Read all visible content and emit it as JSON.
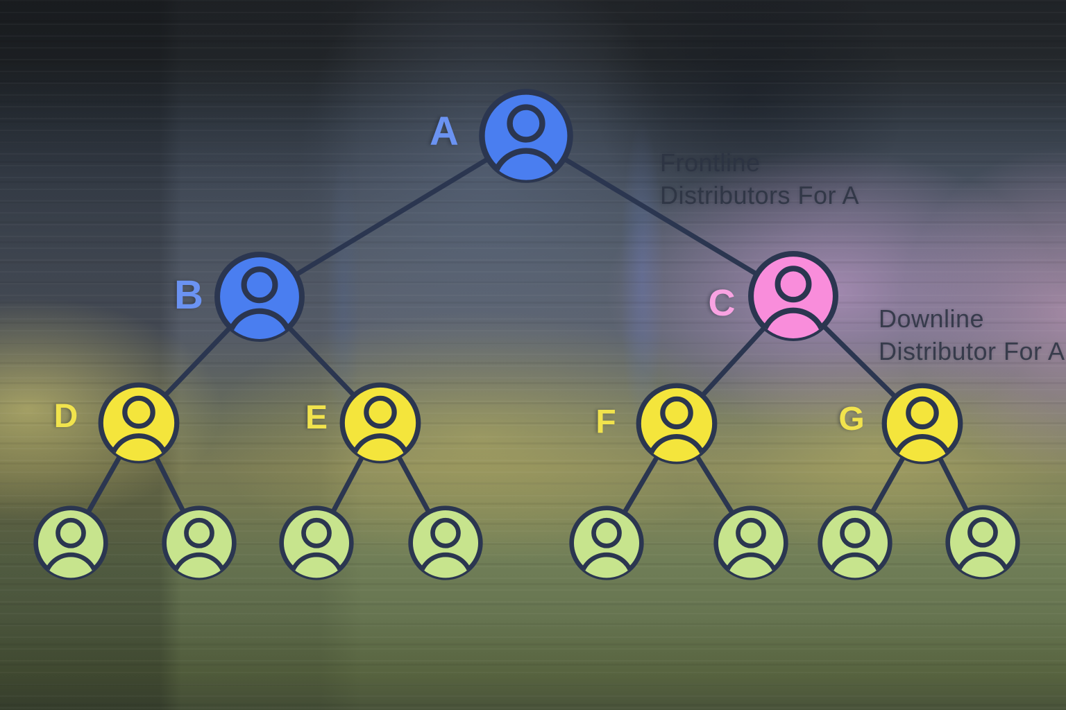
{
  "diagram": {
    "type": "mlm-distributor-tree",
    "annotations": {
      "frontline": {
        "line1": "Frontline",
        "line2": "Distributors For A"
      },
      "downline": {
        "line1": "Downline",
        "line2": "Distributor For A"
      }
    },
    "colors": {
      "outline": "#2b3650",
      "blue_node": "#4a7ef0",
      "pink_node": "#f98ddb",
      "yellow_node": "#f4e53c",
      "green_node": "#c7e48d",
      "blue_label": "#6b93f2",
      "pink_label": "#f9a3e2",
      "yellow_label": "#f1e34d",
      "annotation_text": "#2c3342"
    },
    "nodes": {
      "a": {
        "label": "A",
        "color": "#4a7ef0"
      },
      "b": {
        "label": "B",
        "color": "#4a7ef0"
      },
      "c": {
        "label": "C",
        "color": "#f98ddb"
      },
      "d": {
        "label": "D",
        "color": "#f4e53c"
      },
      "e": {
        "label": "E",
        "color": "#f4e53c"
      },
      "f": {
        "label": "F",
        "color": "#f4e53c"
      },
      "g": {
        "label": "G",
        "color": "#f4e53c"
      },
      "leaf_color": "#c7e48d"
    },
    "edges": [
      "A-B",
      "A-C",
      "B-D",
      "B-E",
      "C-F",
      "C-G",
      "D-child1",
      "D-child2",
      "E-child3",
      "E-child4",
      "F-child5",
      "F-child6",
      "G-child7",
      "G-child8"
    ]
  }
}
